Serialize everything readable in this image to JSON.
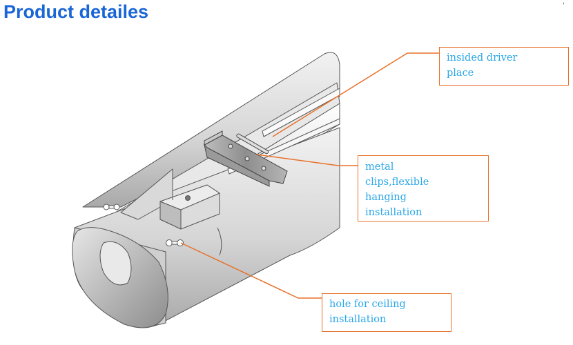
{
  "title": "Product detailes",
  "corner_mark": ",",
  "colors": {
    "title": "#1a66d6",
    "callout_border": "#e8702a",
    "callout_text": "#2aa7e8"
  },
  "callouts": {
    "driver": {
      "lines": [
        "insided driver",
        "place"
      ]
    },
    "clips": {
      "lines": [
        "metal",
        "clips,flexible",
        "hanging",
        "installation"
      ]
    },
    "hole": {
      "lines": [
        "hole for ceiling",
        "installation"
      ]
    }
  }
}
